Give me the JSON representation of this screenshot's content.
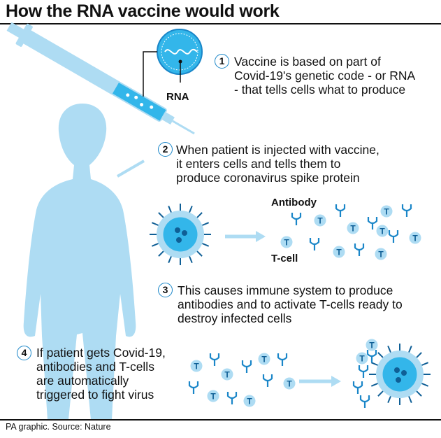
{
  "title": "How the RNA vaccine would work",
  "labels": {
    "rna": "RNA",
    "antibody": "Antibody",
    "tcell": "T-cell",
    "tcell_marker": "T"
  },
  "steps": [
    {
      "number": "1",
      "lines": [
        "Vaccine is based on part of",
        "Covid-19's genetic code - or RNA",
        "- that tells cells what to produce"
      ]
    },
    {
      "number": "2",
      "lines": [
        "When patient is injected with vaccine,",
        "it enters cells and tells them to",
        "produce coronavirus spike protein"
      ]
    },
    {
      "number": "3",
      "lines": [
        "This causes immune system to produce",
        "antibodies and to activate T-cells ready to",
        "destroy infected cells"
      ]
    },
    {
      "number": "4",
      "lines": [
        "If patient gets Covid-19,",
        "antibodies and T-cells",
        "are automatically",
        "triggered to fight virus"
      ]
    }
  ],
  "source": "PA graphic. Source: Nature",
  "colors": {
    "light_blue": "#aedcf3",
    "mid_blue": "#33b6ea",
    "dark_blue": "#1a86c8",
    "navy": "#0f5f96"
  }
}
